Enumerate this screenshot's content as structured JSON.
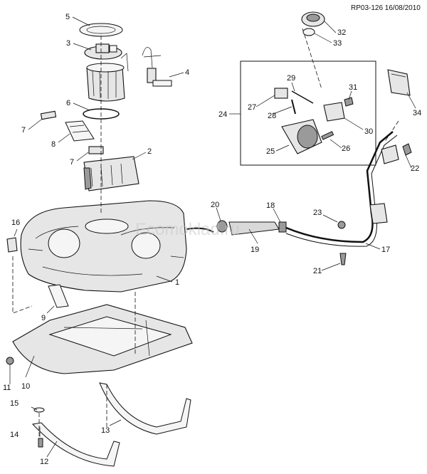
{
  "header": {
    "reference": "RP03-126 16/08/2010"
  },
  "watermark": "Ecomoklad.ru",
  "callouts": [
    "1",
    "2",
    "3",
    "4",
    "5",
    "6",
    "7",
    "7",
    "8",
    "9",
    "10",
    "11",
    "12",
    "13",
    "14",
    "15",
    "16",
    "17",
    "18",
    "19",
    "20",
    "21",
    "22",
    "23",
    "24",
    "25",
    "26",
    "27",
    "28",
    "29",
    "30",
    "31",
    "32",
    "33",
    "34"
  ],
  "colors": {
    "line": "#111111",
    "fill": "#e6e6e6",
    "dark": "#9a9a9a",
    "background": "#ffffff"
  }
}
